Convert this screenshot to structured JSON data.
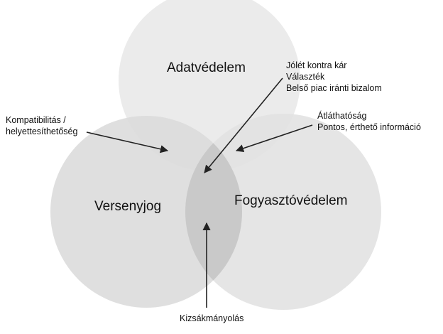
{
  "circles": {
    "top": {
      "label": "Adatvédelem",
      "fill": "#ebebeb"
    },
    "left": {
      "label": "Versenyjog",
      "fill": "#dcdcdc"
    },
    "right": {
      "label": "Fogyasztóvédelem",
      "fill": "#e2e2e2"
    }
  },
  "annotations": {
    "top_right": [
      "Jólét kontra kár",
      "Választék",
      "Belső piac iránti bizalom"
    ],
    "left": [
      "Kompatibilitás /",
      "helyettesíthetőség"
    ],
    "right": [
      "Átláthatóság",
      "Pontos, érthető információ"
    ],
    "bottom": "Kizsákmányolás"
  },
  "colors": {
    "overlap_center": "#c9c9c9",
    "arrow": "#222222"
  }
}
